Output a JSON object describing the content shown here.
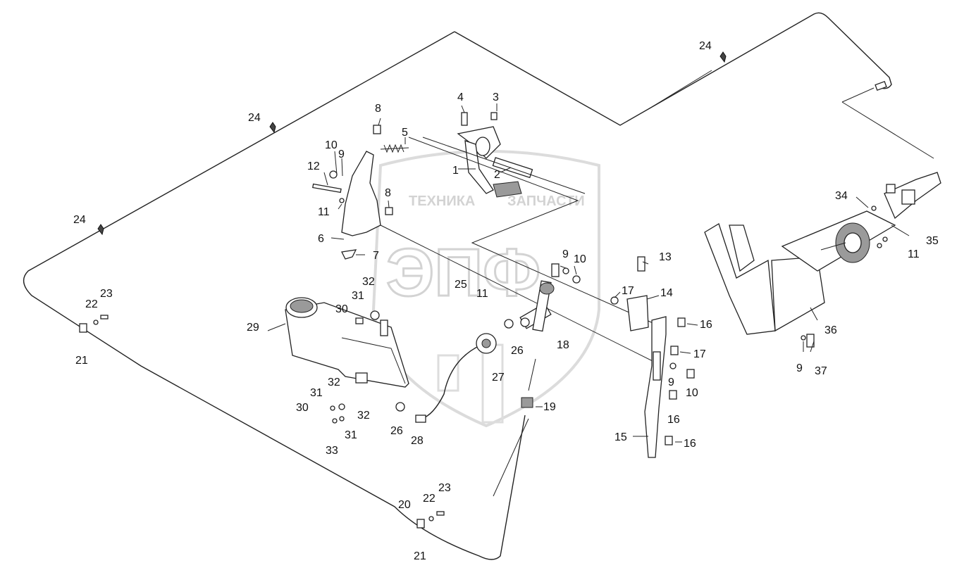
{
  "watermark": {
    "line1": "ТЕХНИКА",
    "line2": "ЗАПЧАСТИ",
    "logo": "ЭПФ"
  },
  "callouts": [
    {
      "id": "c1",
      "text": "1"
    },
    {
      "id": "c2",
      "text": "2"
    },
    {
      "id": "c3",
      "text": "3"
    },
    {
      "id": "c4",
      "text": "4"
    },
    {
      "id": "c5",
      "text": "5"
    },
    {
      "id": "c6",
      "text": "6"
    },
    {
      "id": "c7",
      "text": "7"
    },
    {
      "id": "c8a",
      "text": "8"
    },
    {
      "id": "c8b",
      "text": "8"
    },
    {
      "id": "c9a",
      "text": "9"
    },
    {
      "id": "c9b",
      "text": "9"
    },
    {
      "id": "c9c",
      "text": "9"
    },
    {
      "id": "c9d",
      "text": "9"
    },
    {
      "id": "c10a",
      "text": "10"
    },
    {
      "id": "c10b",
      "text": "10"
    },
    {
      "id": "c10c",
      "text": "10"
    },
    {
      "id": "c11a",
      "text": "11"
    },
    {
      "id": "c11b",
      "text": "11"
    },
    {
      "id": "c11c",
      "text": "11"
    },
    {
      "id": "c12",
      "text": "12"
    },
    {
      "id": "c13",
      "text": "13"
    },
    {
      "id": "c14",
      "text": "14"
    },
    {
      "id": "c15",
      "text": "15"
    },
    {
      "id": "c16a",
      "text": "16"
    },
    {
      "id": "c16b",
      "text": "16"
    },
    {
      "id": "c16c",
      "text": "16"
    },
    {
      "id": "c17a",
      "text": "17"
    },
    {
      "id": "c17b",
      "text": "17"
    },
    {
      "id": "c18",
      "text": "18"
    },
    {
      "id": "c19",
      "text": "19"
    },
    {
      "id": "c20",
      "text": "20"
    },
    {
      "id": "c21a",
      "text": "21"
    },
    {
      "id": "c21b",
      "text": "21"
    },
    {
      "id": "c22a",
      "text": "22"
    },
    {
      "id": "c22b",
      "text": "22"
    },
    {
      "id": "c23a",
      "text": "23"
    },
    {
      "id": "c23b",
      "text": "23"
    },
    {
      "id": "c24a",
      "text": "24"
    },
    {
      "id": "c24b",
      "text": "24"
    },
    {
      "id": "c24c",
      "text": "24"
    },
    {
      "id": "c25",
      "text": "25"
    },
    {
      "id": "c26a",
      "text": "26"
    },
    {
      "id": "c26b",
      "text": "26"
    },
    {
      "id": "c27",
      "text": "27"
    },
    {
      "id": "c28",
      "text": "28"
    },
    {
      "id": "c29",
      "text": "29"
    },
    {
      "id": "c30a",
      "text": "30"
    },
    {
      "id": "c30b",
      "text": "30"
    },
    {
      "id": "c31a",
      "text": "31"
    },
    {
      "id": "c31b",
      "text": "31"
    },
    {
      "id": "c31c",
      "text": "31"
    },
    {
      "id": "c32a",
      "text": "32"
    },
    {
      "id": "c32b",
      "text": "32"
    },
    {
      "id": "c32c",
      "text": "32"
    },
    {
      "id": "c33",
      "text": "33"
    },
    {
      "id": "c34",
      "text": "34"
    },
    {
      "id": "c35",
      "text": "35"
    },
    {
      "id": "c36",
      "text": "36"
    },
    {
      "id": "c37",
      "text": "37"
    }
  ]
}
